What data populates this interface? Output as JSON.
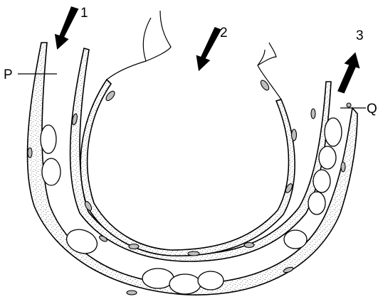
{
  "labels": {
    "arrow_1": "1",
    "arrow_2": "2",
    "arrow_3": "3",
    "p": "P",
    "q": "Q"
  },
  "colors": {
    "ink": "#000000",
    "stipple": "#555555",
    "background": "#ffffff"
  },
  "icons": {
    "flow_in": "arrow-down-left",
    "flow_out": "arrow-up-right"
  }
}
